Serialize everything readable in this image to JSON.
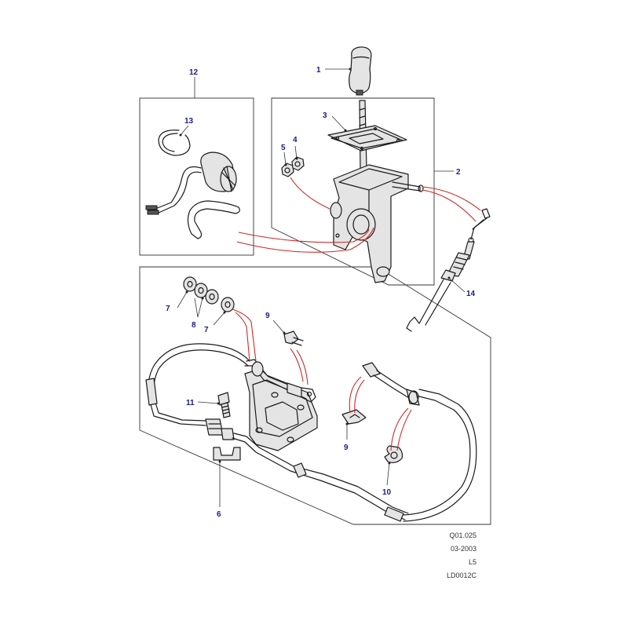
{
  "callouts": {
    "c1": "1",
    "c2": "2",
    "c3": "3",
    "c4": "4",
    "c5": "5",
    "c6": "6",
    "c7a": "7",
    "c7b": "7",
    "c8": "8",
    "c9a": "9",
    "c9b": "9",
    "c10": "10",
    "c11": "11",
    "c12": "12",
    "c13": "13",
    "c14": "14"
  },
  "meta": {
    "ref": "Q01.025",
    "date": "03-2003",
    "model": "L5",
    "code": "LD0012C"
  }
}
